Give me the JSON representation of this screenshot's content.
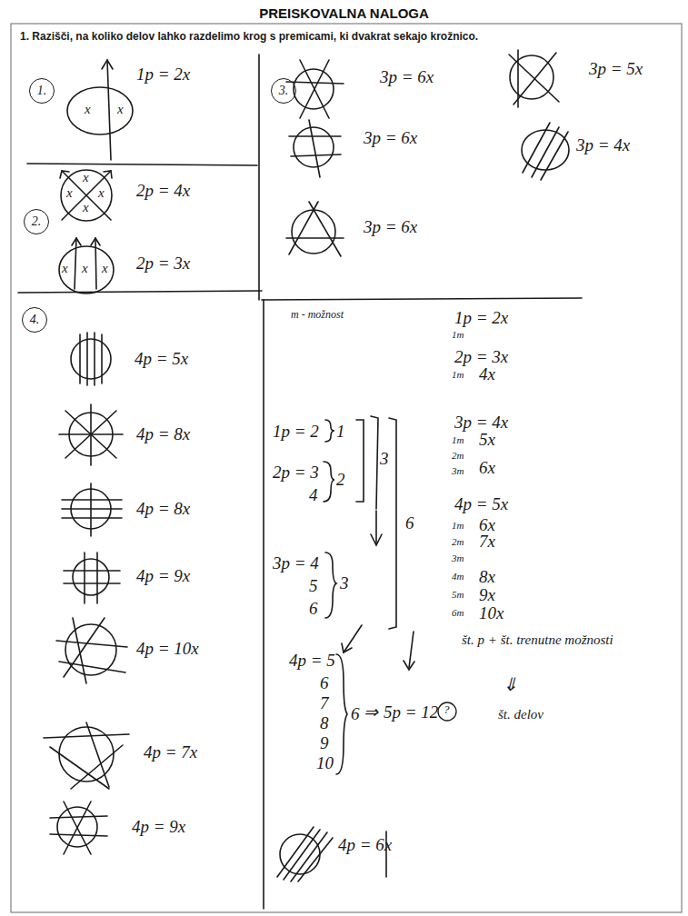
{
  "diagram": {
    "title": "PREISKOVALNA NALOGA",
    "nodes": [
      {
        "text": [
          "1."
        ]
      },
      {
        "text": [
          "2."
        ]
      },
      {
        "text": [
          "3."
        ]
      },
      {
        "text": [
          "4."
        ]
      }
    ],
    "labels": [
      "1. Razišči, na koliko delov lahko razdelimo krog s premicami, ki dvakrat sekajo krožnico.",
      "1p = 2x",
      "x",
      "x",
      "2p = 4x",
      "x",
      "x",
      "x",
      "x",
      "2p = 3x",
      "x",
      "x",
      "x",
      "3p = 6x",
      "3p = 5x",
      "3p = 6x",
      "3p = 4x",
      "3p = 6x",
      "4p = 5x",
      "4p = 8x",
      "4p = 8x",
      "4p = 9x",
      "4p = 10x",
      "4p = 7x",
      "4p = 9x",
      "4p = 6x",
      "m - možnost",
      "1p = 2x",
      "1m",
      "2p = 3x",
      "1m",
      "4x",
      "3p = 4x",
      "1m",
      "5x",
      "2m",
      "3m",
      "6x",
      "4p = 5x",
      "1m",
      "6x",
      "2m",
      "7x",
      "3m",
      "4m",
      "8x",
      "5m",
      "9x",
      "6m",
      "10x",
      "1p = 2",
      "1",
      "2p = 3",
      "4",
      "2",
      "3",
      "3p = 4",
      "5",
      "6",
      "3",
      "6",
      "4p = 5",
      "6",
      "7",
      "8",
      "9",
      "10",
      "6",
      "⇒",
      "5p = 12",
      "?",
      "št. p + št. trenutne možnosti",
      "⇓",
      "št. delov"
    ]
  }
}
